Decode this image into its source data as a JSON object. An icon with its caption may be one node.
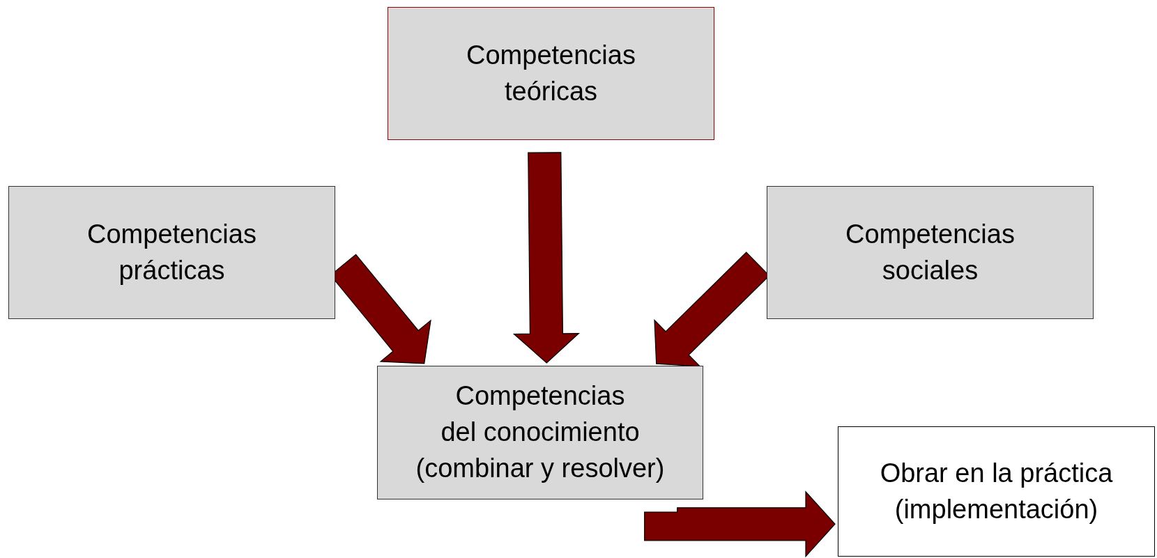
{
  "diagram": {
    "nodes": [
      {
        "text": [
          "Competencias teóricas"
        ]
      },
      {
        "text": [
          "Competencias prácticas"
        ]
      },
      {
        "text": [
          "Competencias sociales"
        ]
      },
      {
        "text": [
          "Competencias del conocimiento (combinar y resolver)"
        ]
      },
      {
        "text": [
          "Obrar en la práctica (implementación)"
        ]
      }
    ],
    "edges": [
      {
        "from": 0,
        "to": 3,
        "arrow": "to"
      },
      {
        "from": 1,
        "to": 3,
        "arrow": "to"
      },
      {
        "from": 2,
        "to": 3,
        "arrow": "to"
      },
      {
        "from": 3,
        "to": 4,
        "arrow": "to"
      }
    ]
  }
}
